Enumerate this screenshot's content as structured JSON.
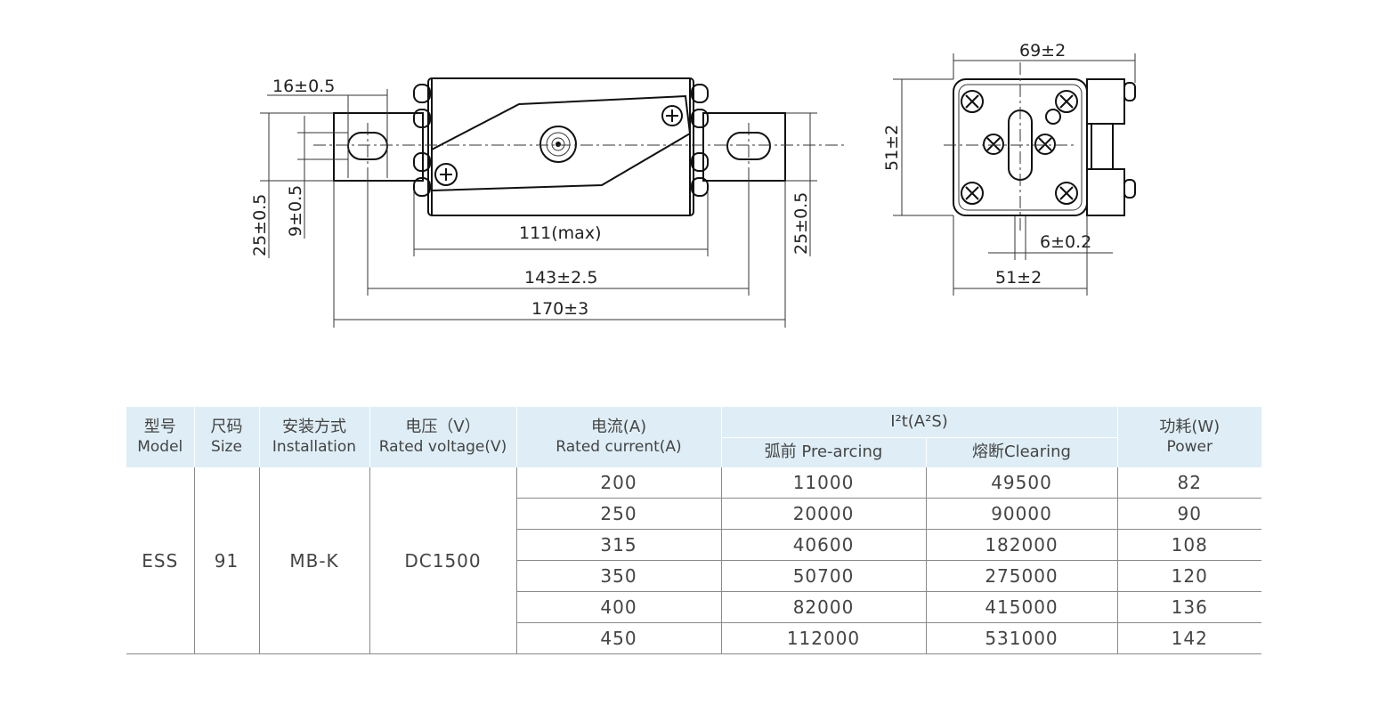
{
  "dims": {
    "d16": "16±0.5",
    "d25l": "25±0.5",
    "d9": "9±0.5",
    "d111": "111(max)",
    "d143": "143±2.5",
    "d170": "170±3",
    "d25r": "25±0.5",
    "d69": "69±2",
    "d51h": "51±2",
    "d51w": "51±2",
    "d6": "6±0.2"
  },
  "table": {
    "headers": {
      "model_cn": "型号",
      "model_en": "Model",
      "size_cn": "尺码",
      "size_en": "Size",
      "install_cn": "安装方式",
      "install_en": "Installation",
      "voltage_cn": "电压（V）",
      "voltage_en": "Rated voltage(V)",
      "current_cn": "电流(A)",
      "current_en": "Rated current(A)",
      "i2t": "I²t(A²S)",
      "prearc": "弧前 Pre-arcing",
      "clearing": "熔断Clearing",
      "power_cn": "功耗(W)",
      "power_en": "Power"
    },
    "model": "ESS",
    "size": "91",
    "installation": "MB-K",
    "voltage": "DC1500",
    "rows": [
      {
        "current": "200",
        "prearc": "11000",
        "clearing": "49500",
        "power": "82"
      },
      {
        "current": "250",
        "prearc": "20000",
        "clearing": "90000",
        "power": "90"
      },
      {
        "current": "315",
        "prearc": "40600",
        "clearing": "182000",
        "power": "108"
      },
      {
        "current": "350",
        "prearc": "50700",
        "clearing": "275000",
        "power": "120"
      },
      {
        "current": "400",
        "prearc": "82000",
        "clearing": "415000",
        "power": "136"
      },
      {
        "current": "450",
        "prearc": "112000",
        "clearing": "531000",
        "power": "142"
      }
    ]
  }
}
